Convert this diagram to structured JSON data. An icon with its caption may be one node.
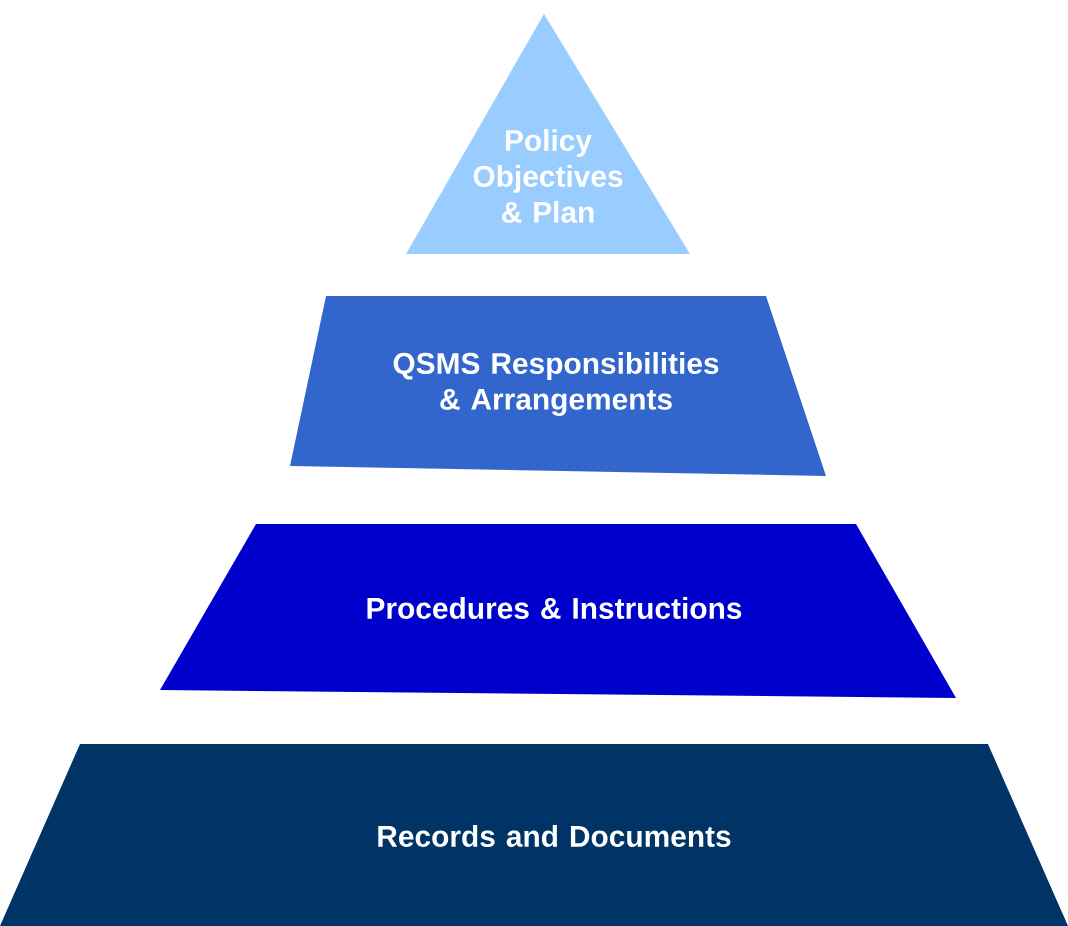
{
  "diagram": {
    "nodes": [
      {
        "text": [
          "Policy Objectives & Plan"
        ]
      },
      {
        "text": [
          "QSMS Responsibilities & Arrangements"
        ]
      },
      {
        "text": [
          "Procedures & Instructions"
        ]
      },
      {
        "text": [
          "Records and Documents"
        ]
      }
    ]
  }
}
